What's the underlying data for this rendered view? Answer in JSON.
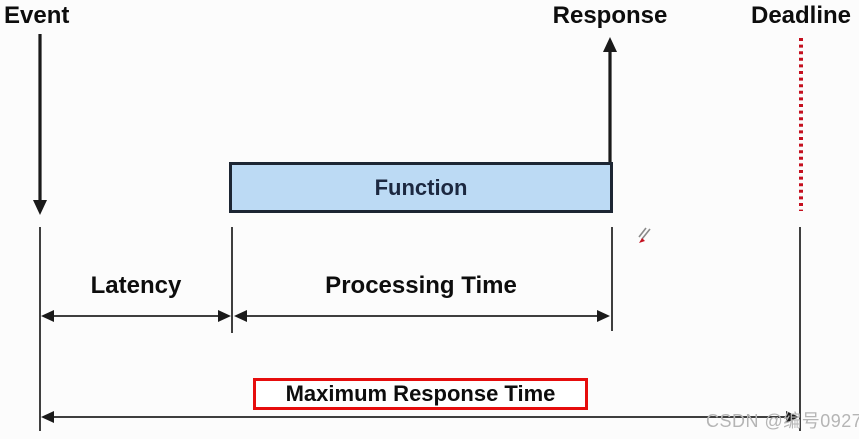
{
  "diagram": {
    "title_labels": {
      "event": "Event",
      "response": "Response",
      "deadline": "Deadline"
    },
    "function_label": "Function",
    "interval_labels": {
      "latency": "Latency",
      "processing_time": "Processing Time",
      "max_response_time": "Maximum Response Time"
    },
    "watermark": "CSDN @编号0927"
  },
  "colors": {
    "bg": "#fcfcfc",
    "text_color": "#0d0d0d",
    "arrow_color": "#1a1a1a",
    "line_color": "#3f3f3f",
    "function_fill": "#bcdaf4",
    "function_border": "#1d2633",
    "function_text": "#1c2840",
    "deadline_red": "#c4101f",
    "highlight_red": "#e60d0d",
    "watermark_gray": "#b5b5b5"
  }
}
